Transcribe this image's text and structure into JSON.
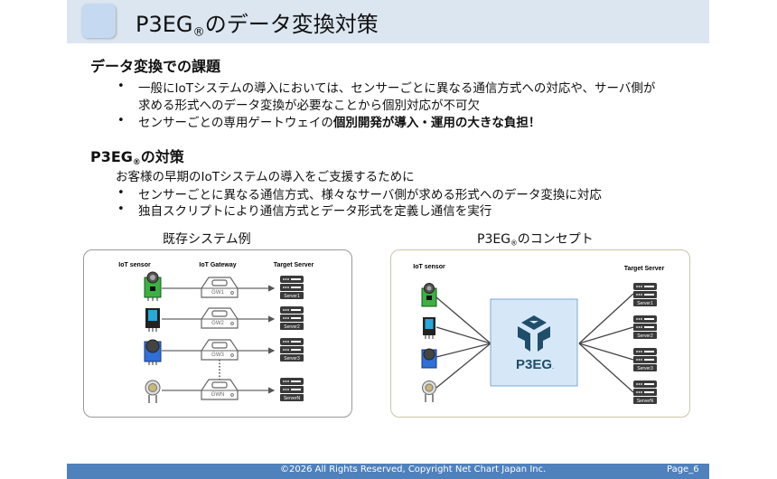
{
  "header": {
    "title_prefix": "P3EG",
    "title_reg": "®",
    "title_suffix": "のデータ変換対策"
  },
  "section1": {
    "heading": "データ変換での課題",
    "bullets": [
      {
        "line1": "一般にIoTシステムの導入においては、センサーごとに異なる通信方式への対応や、サーバ側が",
        "line2": "求める形式へのデータ変換が必要なことから個別対応が不可欠"
      },
      {
        "normal": "センサーごとの専用ゲートウェイの",
        "bold": "個別開発が導入・運用の大きな負担！"
      }
    ]
  },
  "section2": {
    "heading_prefix": "P3EG",
    "heading_reg": "®",
    "heading_suffix": "の対策",
    "intro": "お客様の早期のIoTシステムの導入をご支援するために",
    "bullets": [
      "センサーごとに異なる通信方式、様々なサーバ側が求める形式へのデータ変換に対応",
      "独自スクリプトにより通信方式とデータ形式を定義し通信を実行"
    ]
  },
  "diagram_existing": {
    "title": "既存システム例",
    "col_sensor": "IoT sensor",
    "col_gateway": "IoT Gateway",
    "col_server": "Target Server",
    "gateways": [
      "GW1",
      "GW2",
      "GW3",
      "GWN"
    ],
    "servers": [
      "Server1",
      "Server2",
      "Server3",
      "ServerN"
    ]
  },
  "diagram_concept": {
    "title_prefix": "P3EG",
    "title_reg": "®",
    "title_suffix": "のコンセプト",
    "col_sensor": "IoT sensor",
    "col_server": "Target Server",
    "hub_label": "P3EG",
    "hub_reg": ".",
    "servers": [
      "Server1",
      "Server2",
      "Server3",
      "ServerN"
    ]
  },
  "footer": {
    "copyright": "©2026 All Rights Reserved, Copyright Net Chart Japan Inc.",
    "page": "Page_6"
  },
  "colors": {
    "header_band": "#dce6f1",
    "footer_band": "#4f81bd",
    "logo_navy": "#1f4e6b",
    "hub_fill": "#d6e8f8"
  }
}
